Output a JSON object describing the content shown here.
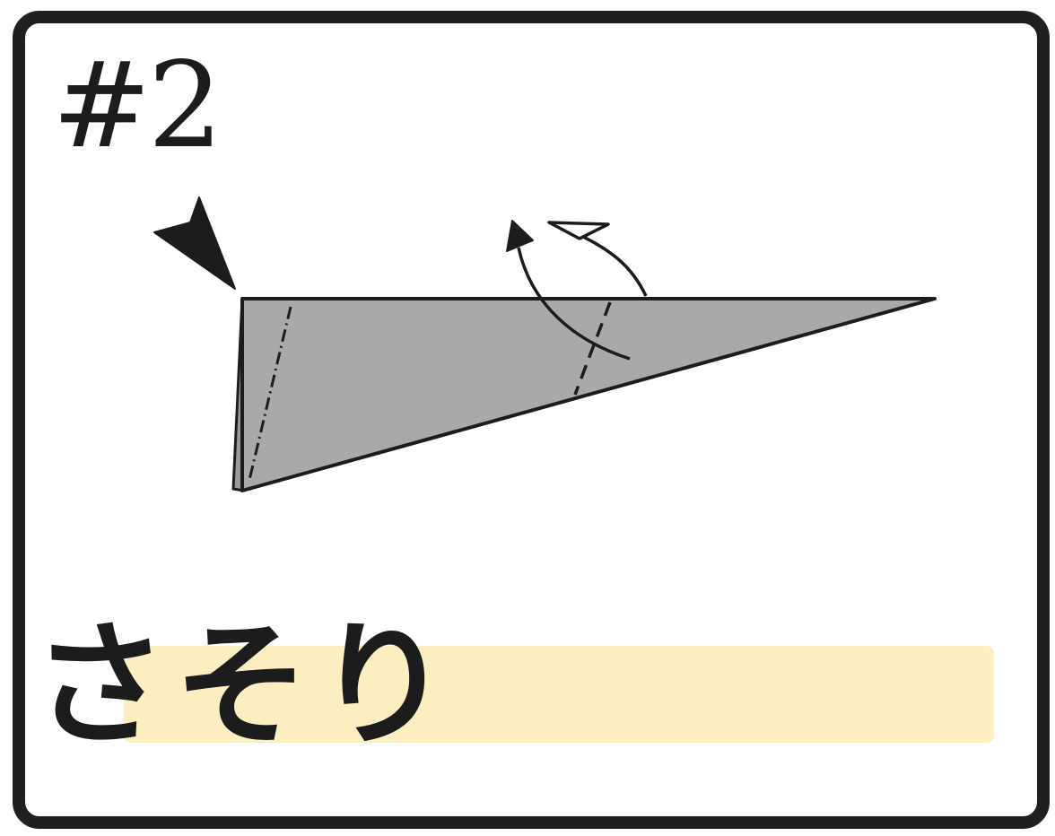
{
  "step": {
    "number_label": "#2"
  },
  "diagram": {
    "paper_color": "#a9a9a9",
    "outline_color": "#1c1c1c",
    "highlight_color": "#fdeec2",
    "arrows": [
      "push-arrow",
      "valley-fold-arrow",
      "flip-over-arrow"
    ]
  },
  "model": {
    "title": "さそり"
  }
}
